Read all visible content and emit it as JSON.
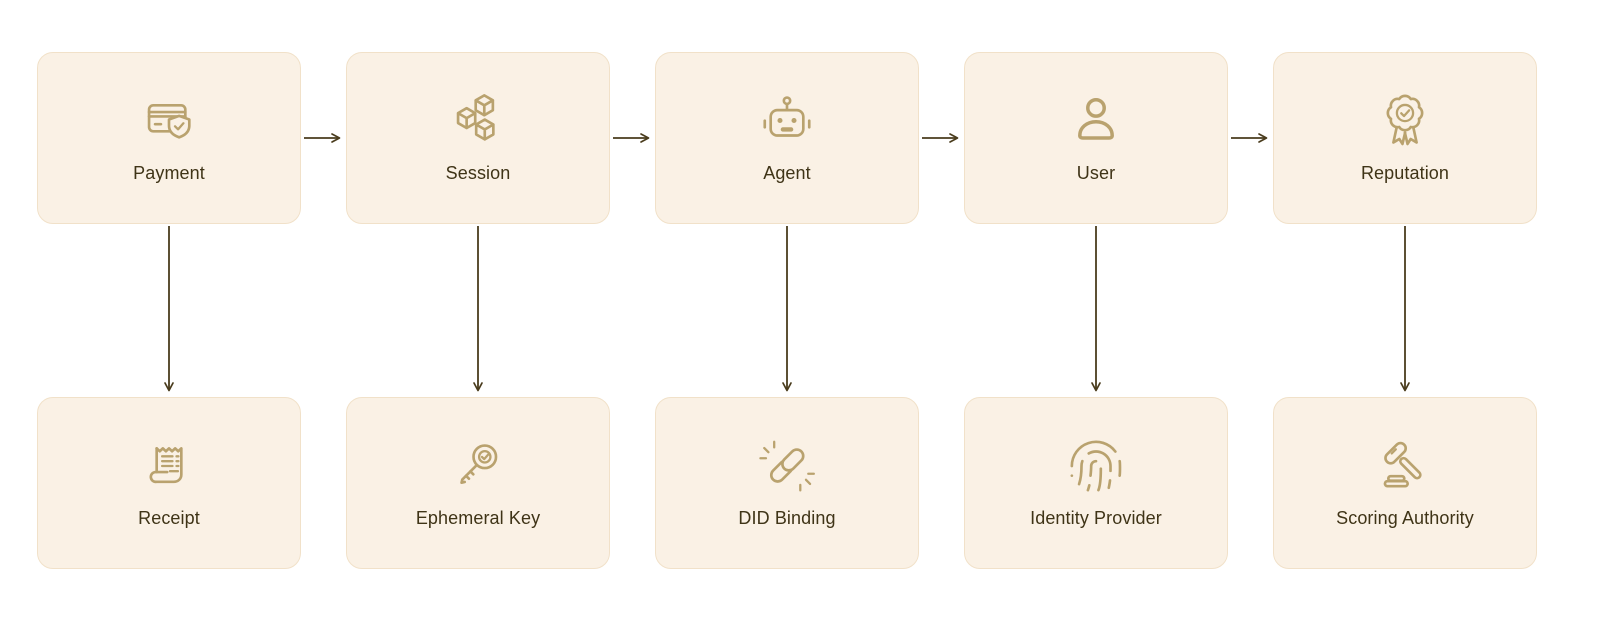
{
  "diagram": {
    "type": "flowchart",
    "colors": {
      "page_bg": "#FFFFFF",
      "card_bg": "#FAF1E5",
      "card_border": "#F1E1C9",
      "accent": "#B9A26E",
      "arrow": "#4A3C1D",
      "text": "#3F3417"
    },
    "top_row": [
      {
        "label": "Payment",
        "icon": "payment-card-shield-icon"
      },
      {
        "label": "Session",
        "icon": "cubes-icon"
      },
      {
        "label": "Agent",
        "icon": "robot-icon"
      },
      {
        "label": "User",
        "icon": "person-icon"
      },
      {
        "label": "Reputation",
        "icon": "award-ribbon-icon"
      }
    ],
    "bottom_row": [
      {
        "label": "Receipt",
        "icon": "receipt-icon"
      },
      {
        "label": "Ephemeral Key",
        "icon": "key-check-icon"
      },
      {
        "label": "DID Binding",
        "icon": "chain-link-icon"
      },
      {
        "label": "Identity Provider",
        "icon": "fingerprint-icon"
      },
      {
        "label": "Scoring Authority",
        "icon": "gavel-icon"
      }
    ],
    "connections": [
      {
        "from": "Payment",
        "to": "Session"
      },
      {
        "from": "Session",
        "to": "Agent"
      },
      {
        "from": "Agent",
        "to": "User"
      },
      {
        "from": "User",
        "to": "Reputation"
      },
      {
        "from": "Payment",
        "to": "Receipt"
      },
      {
        "from": "Session",
        "to": "Ephemeral Key"
      },
      {
        "from": "Agent",
        "to": "DID Binding"
      },
      {
        "from": "User",
        "to": "Identity Provider"
      },
      {
        "from": "Reputation",
        "to": "Scoring Authority"
      }
    ]
  }
}
